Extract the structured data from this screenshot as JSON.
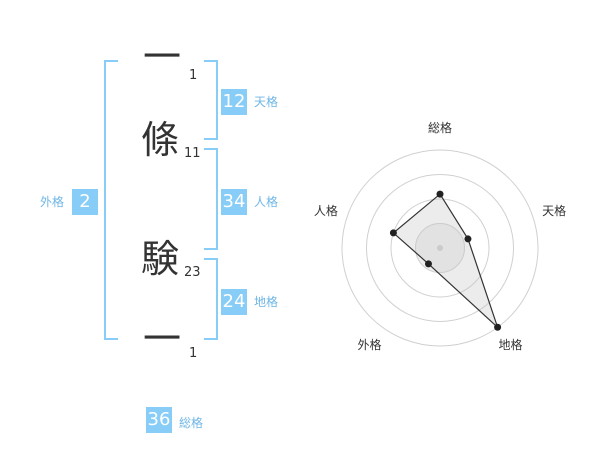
{
  "name": {
    "chars": [
      {
        "char": "一",
        "strokes": "1"
      },
      {
        "char": "條",
        "strokes": "11"
      },
      {
        "char": "験",
        "strokes": "23"
      },
      {
        "char": "一",
        "strokes": "1"
      }
    ]
  },
  "fortune": {
    "tenkaku": {
      "value": "12",
      "label": "天格"
    },
    "jinkaku": {
      "value": "34",
      "label": "人格"
    },
    "chikaku": {
      "value": "24",
      "label": "地格"
    },
    "gaikaku": {
      "value": "2",
      "label": "外格"
    },
    "soukaku": {
      "value": "36",
      "label": "総格"
    }
  },
  "chart_data": {
    "type": "radar",
    "axes": [
      "総格",
      "天格",
      "地格",
      "外格",
      "人格"
    ],
    "values": [
      0.55,
      0.3,
      1.0,
      0.2,
      0.5
    ],
    "rings": 4,
    "range": [
      0,
      1
    ]
  }
}
